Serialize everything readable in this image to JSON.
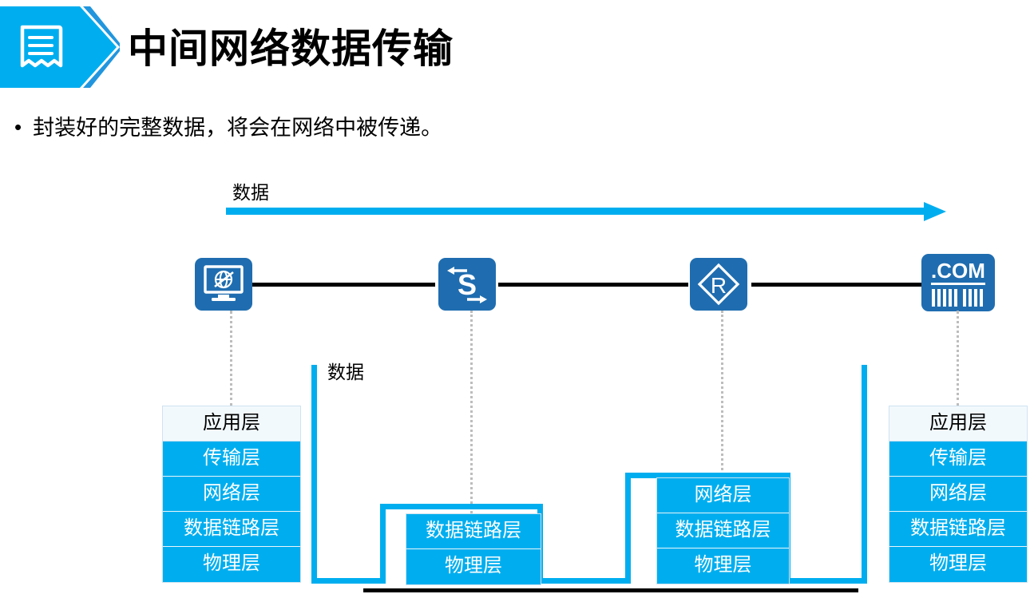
{
  "header": {
    "icon": "receipt-document-icon",
    "title": "中间网络数据传输",
    "banner_color": "#00AEEF",
    "banner_outline_color": "#2196DE"
  },
  "bullet": {
    "marker": "•",
    "text": "封装好的完整数据，将会在网络中被传递。"
  },
  "diagram": {
    "flow_label": "数据",
    "flow_arrow_color": "#00AEEF",
    "link_color": "#000000",
    "device_color": "#1F6DB0",
    "layer_color": "#00AEEF",
    "app_layer_color": "#F2F9FD",
    "dropper_color": "#BDBDBD",
    "bracket_label": "数据",
    "devices": [
      {
        "name": "pc-host-icon",
        "glyph": "monitor-globe",
        "label": ""
      },
      {
        "name": "switch-icon",
        "glyph": "S",
        "label": ""
      },
      {
        "name": "router-icon",
        "glyph": "R",
        "label": ""
      },
      {
        "name": "server-icon",
        "glyph": ".COM",
        "label": ""
      }
    ],
    "stacks": [
      {
        "id": "host-stack",
        "layers": [
          "应用层",
          "传输层",
          "网络层",
          "数据链路层",
          "物理层"
        ]
      },
      {
        "id": "switch-stack",
        "layers": [
          "数据链路层",
          "物理层"
        ]
      },
      {
        "id": "router-stack",
        "layers": [
          "网络层",
          "数据链路层",
          "物理层"
        ]
      },
      {
        "id": "server-stack",
        "layers": [
          "应用层",
          "传输层",
          "网络层",
          "数据链路层",
          "物理层"
        ]
      }
    ]
  }
}
